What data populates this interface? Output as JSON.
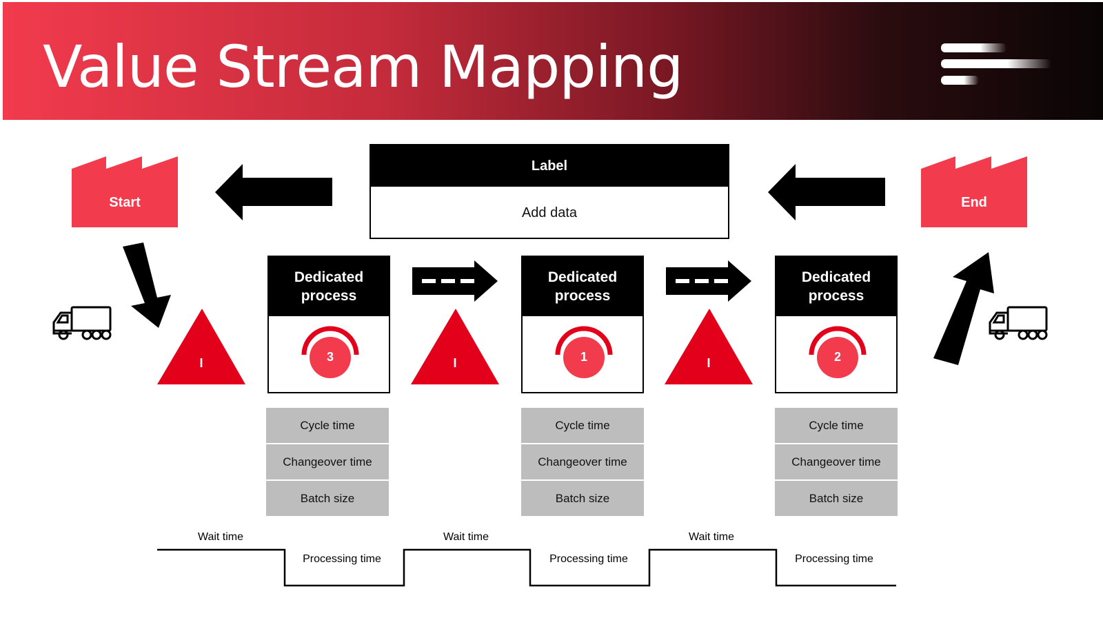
{
  "header": {
    "title": "Value Stream Mapping"
  },
  "colors": {
    "accent": "#e3001b",
    "header_start": "#f23b4d",
    "header_end": "#0a0505",
    "metric_bg": "#bdbdbd"
  },
  "label_box": {
    "title": "Label",
    "content": "Add data"
  },
  "start": {
    "label": "Start",
    "icon": "factory-icon"
  },
  "end": {
    "label": "End",
    "icon": "factory-icon"
  },
  "inventory": [
    {
      "label": "I"
    },
    {
      "label": "I"
    },
    {
      "label": "I"
    }
  ],
  "processes": [
    {
      "title": "Dedicated process",
      "number": "3",
      "metrics": [
        "Cycle time",
        "Changeover time",
        "Batch size"
      ]
    },
    {
      "title": "Dedicated process",
      "number": "1",
      "metrics": [
        "Cycle time",
        "Changeover time",
        "Batch size"
      ]
    },
    {
      "title": "Dedicated process",
      "number": "2",
      "metrics": [
        "Cycle time",
        "Changeover time",
        "Batch size"
      ]
    }
  ],
  "timeline": {
    "wait_labels": [
      "Wait time",
      "Wait time",
      "Wait time"
    ],
    "processing_labels": [
      "Processing time",
      "Processing time",
      "Processing time"
    ]
  }
}
